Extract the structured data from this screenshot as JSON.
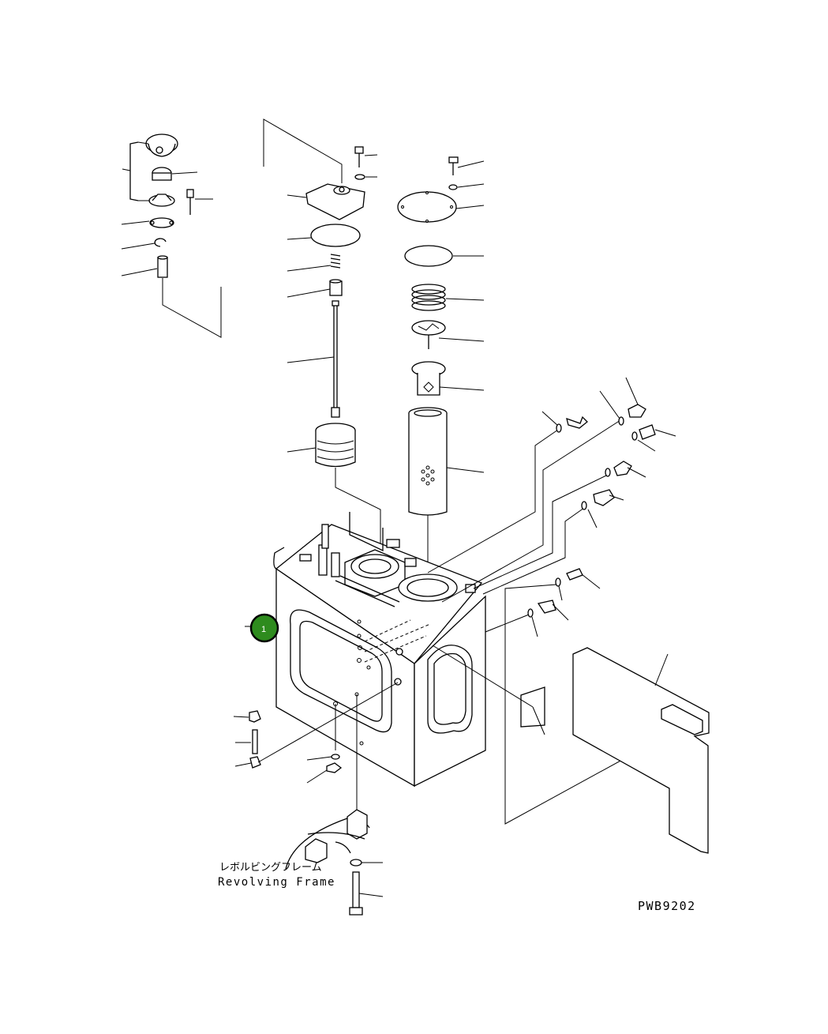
{
  "diagram": {
    "label_jp": "レボルビングフレーム",
    "label_en": "Revolving Frame",
    "drawing_code": "PWB9202",
    "callout_number": "1",
    "callout_color": "#2e8b1e"
  }
}
